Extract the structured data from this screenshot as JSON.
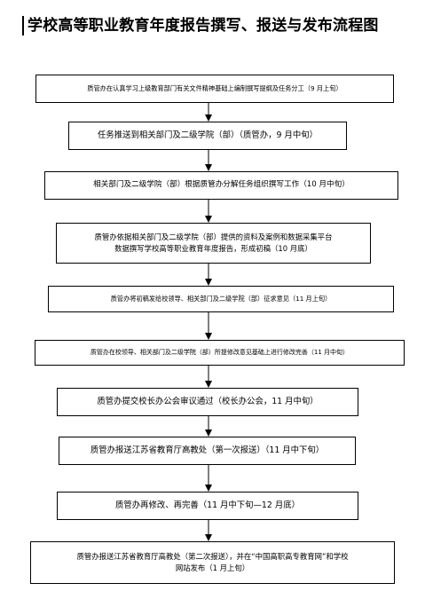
{
  "title": "学校高等职业教育年度报告撰写、报送与发布流程图",
  "steps": [
    {
      "id": "s1",
      "lines": [
        "质管办在认真学习上级教育部门有关文件精神基础上编制撰写提纲及任务分工（9 月上旬）"
      ]
    },
    {
      "id": "s2",
      "lines": [
        "任务推送到相关部门及二级学院（部）（质管办，9 月中旬）"
      ]
    },
    {
      "id": "s3",
      "lines": [
        "相关部门及二级学院（部）根据质管办分解任务组织撰写工作（10 月中旬）"
      ]
    },
    {
      "id": "s4",
      "lines": [
        "质管办依据相关部门及二级学院（部）提供的资料及案例和数据采集平台",
        "数据撰写学校高等职业教育年度报告，形成初稿（10 月底）"
      ]
    },
    {
      "id": "s5",
      "lines": [
        "质管办将初稿发给校领导、相关部门及二级学院（部）征求意见（11 月上旬）"
      ]
    },
    {
      "id": "s6",
      "lines": [
        "质管办在校领导、相关部门及二级学院（部）所提修改意见基础上进行修改完善（11 月中旬）"
      ]
    },
    {
      "id": "s7",
      "lines": [
        "质管办提交校长办公会审议通过（校长办公会，11 月中旬）"
      ]
    },
    {
      "id": "s8",
      "lines": [
        "质管办报送江苏省教育厅高教处（第一次报送）（11 月中下旬）"
      ]
    },
    {
      "id": "s9",
      "lines": [
        "质管办再修改、再完善（11 月中下旬—12 月底）"
      ]
    },
    {
      "id": "s10",
      "lines": [
        "质管办报送江苏省教育厅高教处（第二次报送），并在“中国高职高专教育网”和学校",
        "网站发布（1 月上旬）"
      ]
    }
  ]
}
